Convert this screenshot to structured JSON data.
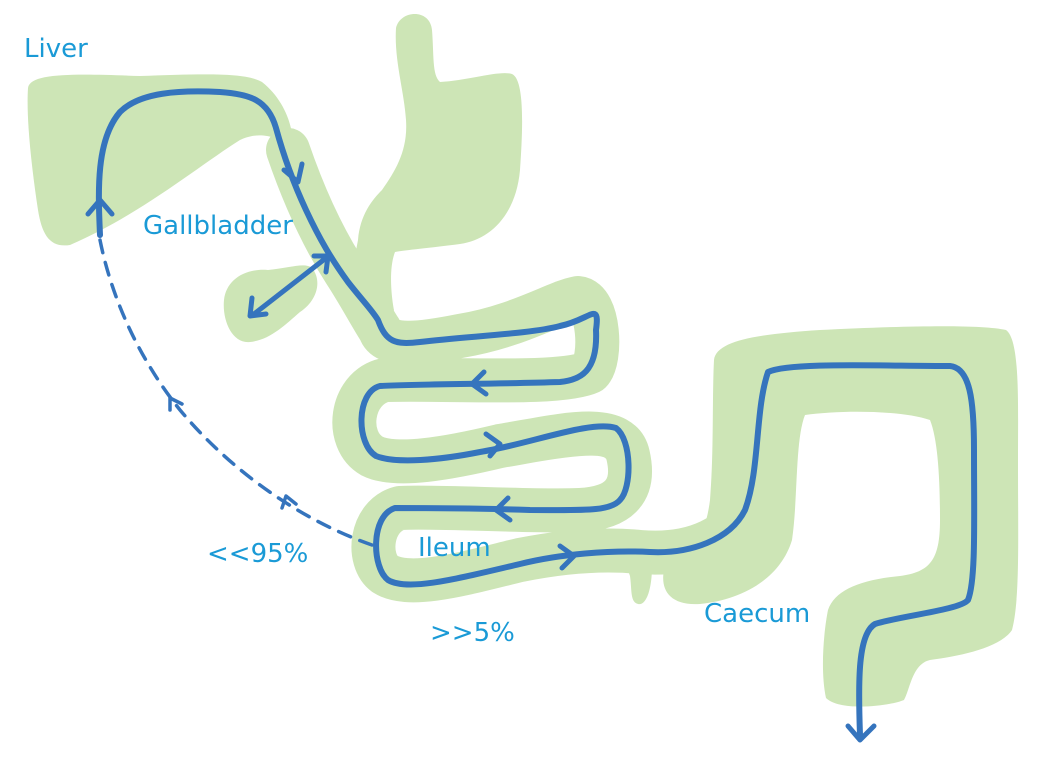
{
  "labels": {
    "liver": "Liver",
    "gallbladder": "Gallbladder",
    "ileum": "Ileum",
    "caecum": "Caecum",
    "reabsorbed_pct": "<<95%",
    "excreted_pct": ">>5%"
  },
  "colors": {
    "organ_fill": "#cde5b6",
    "flow_line": "#3574bd",
    "label_text": "#1a9ad6",
    "background": "#ffffff"
  }
}
